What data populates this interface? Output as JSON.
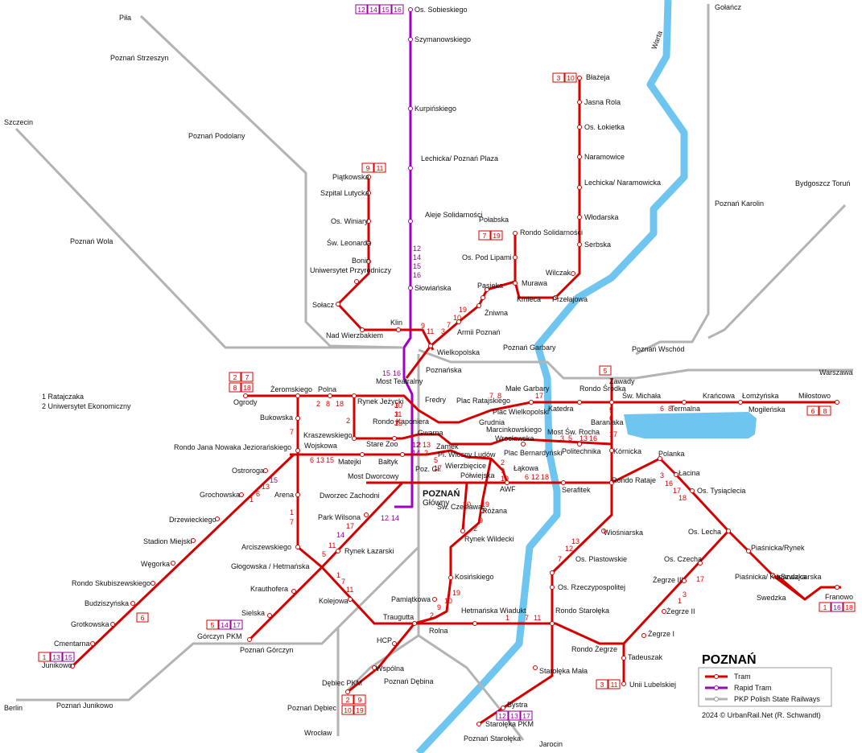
{
  "title": "POZNAŃ",
  "credit": "2024 © UrbanRail.Net (R. Schwandt)",
  "river": "Warta",
  "notes": [
    "1 Ratajczaka",
    "2 Uniwersytet Ekonomiczny"
  ],
  "legend": {
    "tram": "Tram",
    "rapid": "Rapid Tram",
    "rail": "PKP Polish State Railways"
  },
  "colors": {
    "tram": "#d40000",
    "rapid": "#a000c0",
    "rail": "#b3b3b3",
    "river": "#6ec6f0"
  },
  "rail_places": [
    "Piła",
    "Poznań Strzeszyn",
    "Szczecin",
    "Poznań Podolany",
    "Poznań Wola",
    "Gołańcz",
    "Poznań Karolin",
    "Bydgoszcz Toruń",
    "Warszawa",
    "Poznań Wschód",
    "Poznań Garbary",
    "Berlin",
    "Poznań Junikowo",
    "Wrocław",
    "Poznań Dębina",
    "Poznań Dębiec",
    "Poznań Starołęka",
    "Jarocin"
  ],
  "stations": [
    "Os. Sobieskiego",
    "Szymanowskiego",
    "Kurpińskiego",
    "Lechicka/ Poznań Plaza",
    "Aleje Solidarności",
    "Słowiańska",
    "Piątkowska",
    "Szpital Lutycka",
    "Os. Winiary",
    "Św. Leonarda",
    "Bonin",
    "Uniwersytet Przyrodniczy",
    "Sołacz",
    "Nad Wierzbakiem",
    "Klin",
    "Błażeja",
    "Jasna Rola",
    "Os. Łokietka",
    "Naramowice",
    "Lechicka/ Naramowicka",
    "Włodarska",
    "Serbska",
    "Wilczak",
    "Przełajowa",
    "Kmieca",
    "Murawa",
    "Połabska",
    "Rondo Solidarności",
    "Os. Pod Lipami",
    "Pasieka",
    "Żniwna",
    "Armii Poznań",
    "Wielkopolska",
    "Poznańska",
    "Ogrody",
    "Żeromskiego",
    "Polna",
    "Rynek Jeżycki",
    "Most Teatralny",
    "Fredry",
    "Rondo Kaponiera",
    "Gwarna",
    "Plac Ratajskiego",
    "Małe Garbary",
    "Plac Wielkopolski",
    "Katedra",
    "Rondo Śródka",
    "Św. Michała",
    "Termalna",
    "Krańcowa",
    "Łomżyńska",
    "Miłostowo",
    "Mogileńska",
    "Zawady",
    "Baraniaka",
    "Kórnicka",
    "Bukowska",
    "Kraszewskiego",
    "Stare Zoo",
    "Wojskowa",
    "Matejki",
    "Bałtyk",
    "Rondo Jana Nowaka Jeziorańskiego",
    "Zamek",
    "Pl. Wiosny Ludów",
    "Grudnia",
    "Marcinkowskiego",
    "Wrocławska",
    "Plac Bernardyński",
    "Most Św. Rocha",
    "Politechnika",
    "Most Dworcowy",
    "Poz. Gł.",
    "Wierzbięcice",
    "Półwiejska",
    "Łąkowa",
    "AWF",
    "Serafitek",
    "Rondo Rataje",
    "Polanka",
    "Łacina",
    "Os. Tysiąclecia",
    "Ostroroga",
    "Grochowska",
    "Arena",
    "Dworzec Zachodni",
    "Park Wilsona",
    "Drzewieckiego",
    "Stadion Miejski",
    "Węgorka",
    "Rondo Skubiszewskiego",
    "Budziszyńska",
    "Grotkowska",
    "Cmentarna",
    "Junikowo",
    "Rynek Łazarski",
    "Arciszewskiego",
    "Głogowska / Hetmańska",
    "Krauthofera",
    "Sielska",
    "Górczyn PKM",
    "Poznań Górczyn",
    "Kolejowa",
    "Traugutta",
    "Św. Czesława",
    "Różana",
    "Rynek Wildecki",
    "Kosińskiego",
    "Pamiątkowa",
    "Rolna",
    "Hetmańska Wiadukt",
    "HCP",
    "Wspólna",
    "Dębiec PKM",
    "Wiośniarska",
    "Os. Piastowskie",
    "Os. Rzeczypospolitej",
    "Rondo Starołęka",
    "Starołęka Mała",
    "Bystra",
    "Starołęka PKM",
    "Os. Lecha",
    "Os. Czecha",
    "Żegrze III",
    "Żegrze II",
    "Żegrze I",
    "Rondo Żegrze",
    "Tadeuszak",
    "Unii Lubelskiej",
    "Piaśnicka/Rynek",
    "Piaśnicka/ Kurlandzka",
    "Szwajcarska",
    "Swedzka",
    "Franowo"
  ],
  "main_station": "POZNAŃ",
  "main_station_sub": "Główny",
  "rapid_lines": [
    "12",
    "14",
    "15",
    "16"
  ]
}
